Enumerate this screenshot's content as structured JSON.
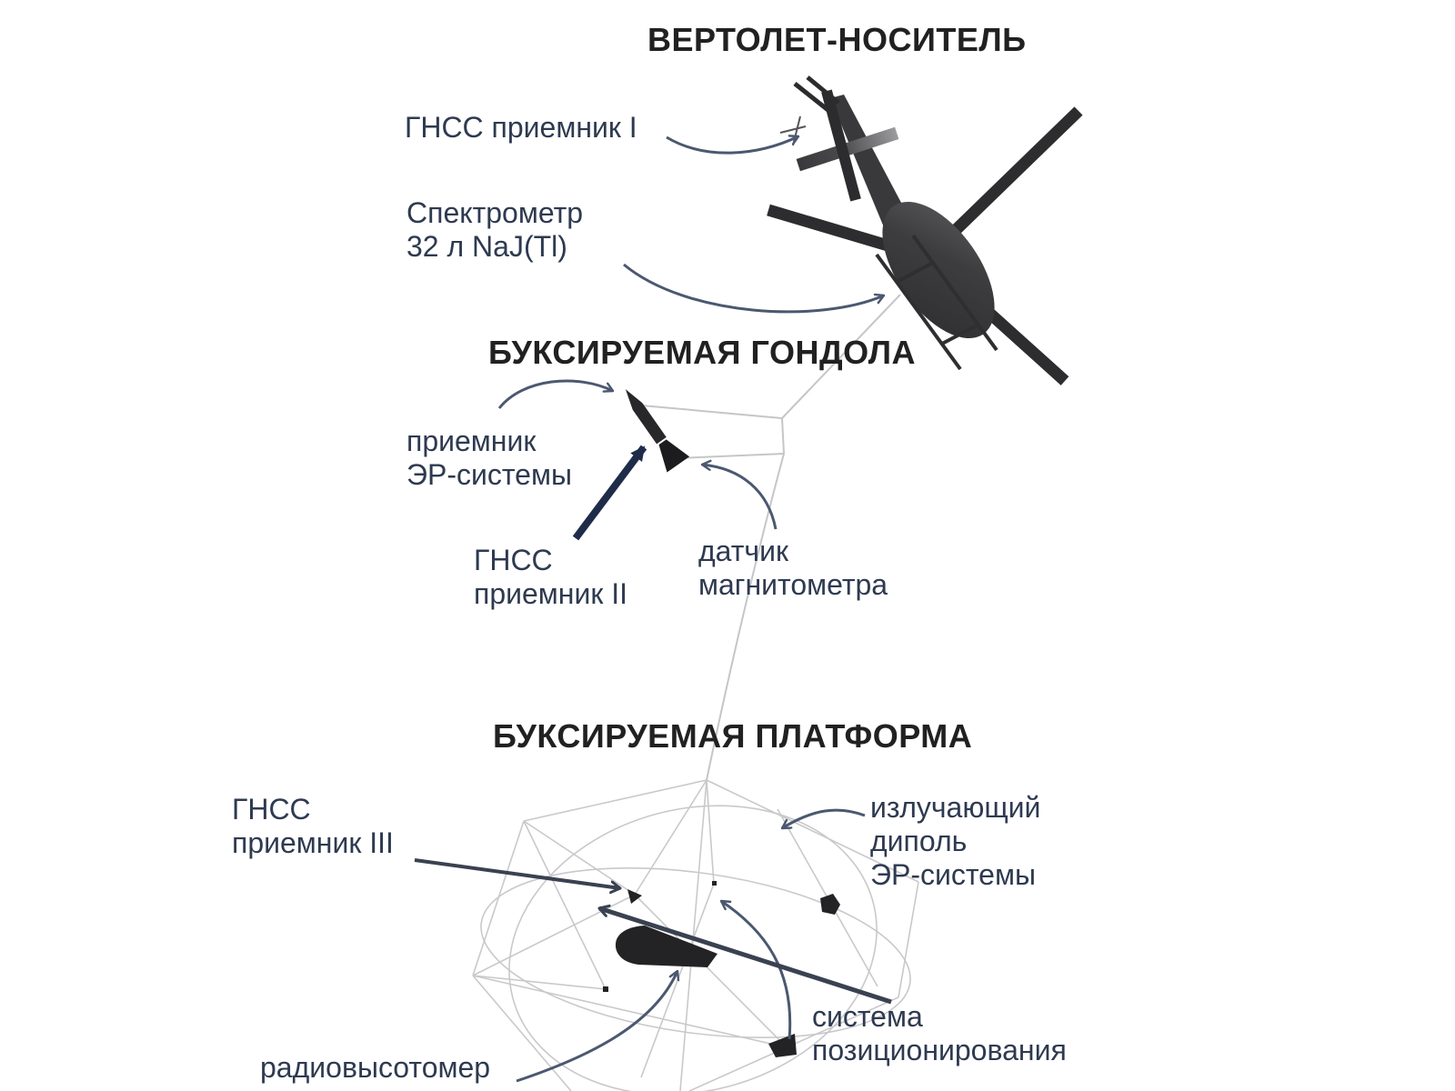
{
  "titles": {
    "helicopter": "ВЕРТОЛЕТ-НОСИТЕЛЬ",
    "gondola": "БУКСИРУЕМАЯ ГОНДОЛА",
    "platform": "БУКСИРУЕМАЯ ПЛАТФОРМА"
  },
  "labels": {
    "gnss1": {
      "line1": "ГНСС приемник I"
    },
    "spectrometer": {
      "line1": "Спектрометр",
      "line2": "32 л NaJ(Tl)"
    },
    "er_receiver": {
      "line1": "приемник",
      "line2": "ЭР-системы"
    },
    "gnss2": {
      "line1": "ГНСС",
      "line2": "приемник II"
    },
    "mag_sensor": {
      "line1": "датчик",
      "line2": "магнитометра"
    },
    "gnss3": {
      "line1": "ГНСС",
      "line2": "приемник III"
    },
    "dipole": {
      "line1": "излучающий",
      "line2": "диполь",
      "line3": "ЭР-системы"
    },
    "radio_altimeter": {
      "line1": "радиовысотомер"
    },
    "positioning": {
      "line1": "система",
      "line2": "позиционирования"
    }
  },
  "colors": {
    "background": "#ffffff",
    "heading_text": "#212121",
    "label_text": "#2e3a50",
    "arrow": "#4b5870",
    "arrow_strong": "#1f2c49",
    "pointer": "#3a4150",
    "aircraft_body": "#39393b",
    "aircraft_dark": "#2c2c2e",
    "gondola_body": "#28282a",
    "hardware_black": "#232325",
    "cable_gray": "#c6c6c9",
    "frame_gray": "#c9c9cc"
  }
}
